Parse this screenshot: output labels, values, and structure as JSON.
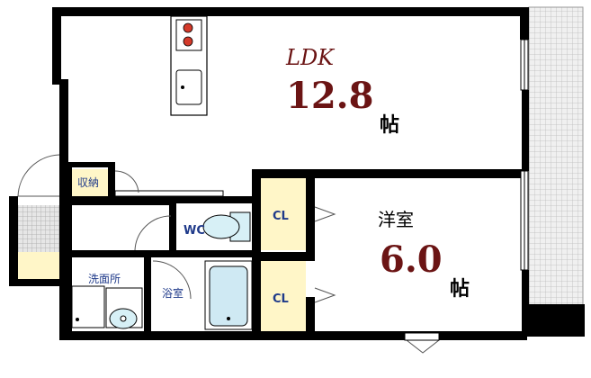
{
  "rooms": {
    "ldk": {
      "name": "LDK",
      "size": "12.8",
      "unit": "帖"
    },
    "western": {
      "name": "洋室",
      "size": "6.0",
      "unit": "帖"
    },
    "storage": {
      "name": "収納"
    },
    "closet_upper": {
      "name": "CL"
    },
    "closet_lower": {
      "name": "CL"
    },
    "toilet": {
      "name": "WC"
    },
    "washroom": {
      "name": "洗面所"
    },
    "bathroom": {
      "name": "浴室"
    }
  },
  "colors": {
    "wall": "#000000",
    "ldk_label": "#6b1414",
    "western_label": "#6b1414",
    "small_label": "#1f3a8a",
    "closet_fill": "#fff6c8",
    "fixture_fill": "#d7f0f6",
    "balcony_fill": "#e4e4e4"
  }
}
